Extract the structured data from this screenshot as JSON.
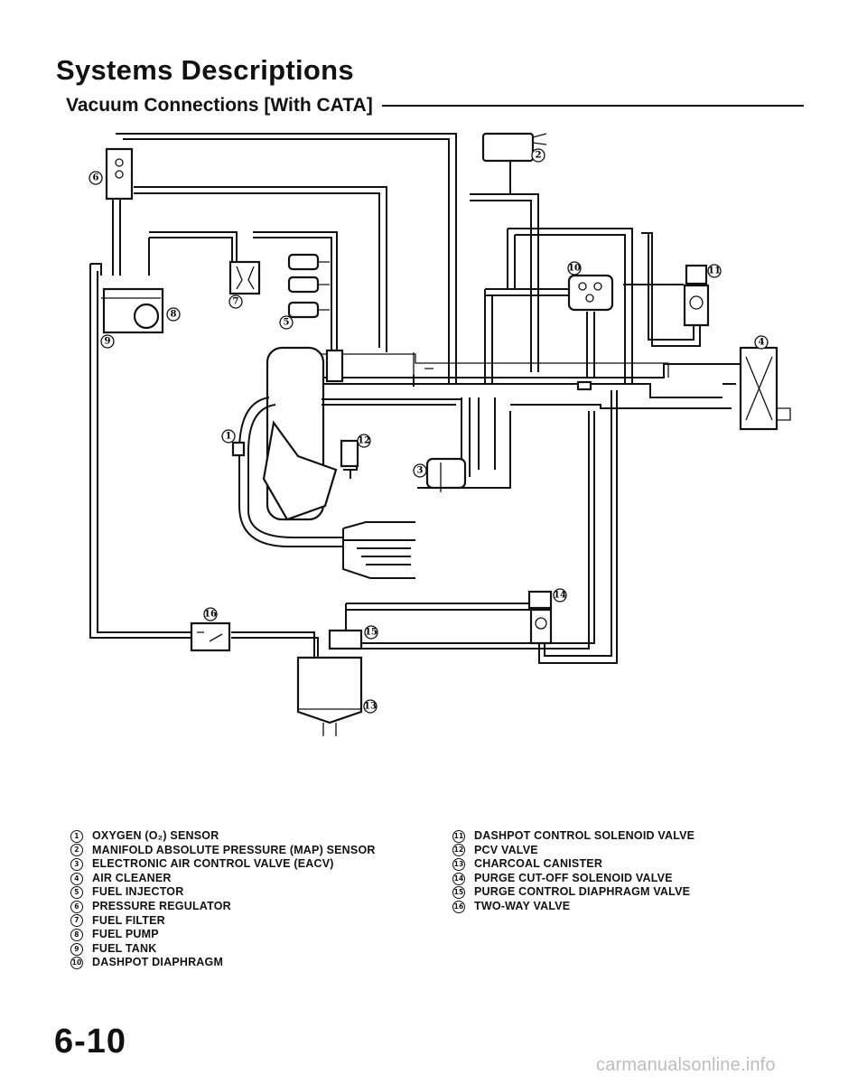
{
  "header": {
    "section_title": "Systems Descriptions",
    "subtitle": "Vacuum Connections [With CATA]"
  },
  "diagram": {
    "callouts": [
      "1",
      "2",
      "3",
      "4",
      "5",
      "6",
      "7",
      "8",
      "9",
      "10",
      "11",
      "12",
      "13",
      "14",
      "15",
      "16"
    ]
  },
  "legend": {
    "left": [
      {
        "num": "1",
        "label": "OXYGEN (O₂) SENSOR"
      },
      {
        "num": "2",
        "label": "MANIFOLD ABSOLUTE PRESSURE (MAP) SENSOR"
      },
      {
        "num": "3",
        "label": "ELECTRONIC AIR CONTROL VALVE (EACV)"
      },
      {
        "num": "4",
        "label": "AIR CLEANER"
      },
      {
        "num": "5",
        "label": "FUEL INJECTOR"
      },
      {
        "num": "6",
        "label": "PRESSURE REGULATOR"
      },
      {
        "num": "7",
        "label": "FUEL FILTER"
      },
      {
        "num": "8",
        "label": "FUEL PUMP"
      },
      {
        "num": "9",
        "label": "FUEL TANK"
      },
      {
        "num": "10",
        "label": "DASHPOT DIAPHRAGM"
      }
    ],
    "right": [
      {
        "num": "11",
        "label": "DASHPOT CONTROL SOLENOID VALVE"
      },
      {
        "num": "12",
        "label": "PCV VALVE"
      },
      {
        "num": "13",
        "label": "CHARCOAL CANISTER"
      },
      {
        "num": "14",
        "label": "PURGE CUT-OFF SOLENOID VALVE"
      },
      {
        "num": "15",
        "label": "PURGE CONTROL DIAPHRAGM VALVE"
      },
      {
        "num": "16",
        "label": "TWO-WAY VALVE"
      }
    ]
  },
  "footer": {
    "page_number": "6-10",
    "watermark": "carmanualsonline.info"
  }
}
